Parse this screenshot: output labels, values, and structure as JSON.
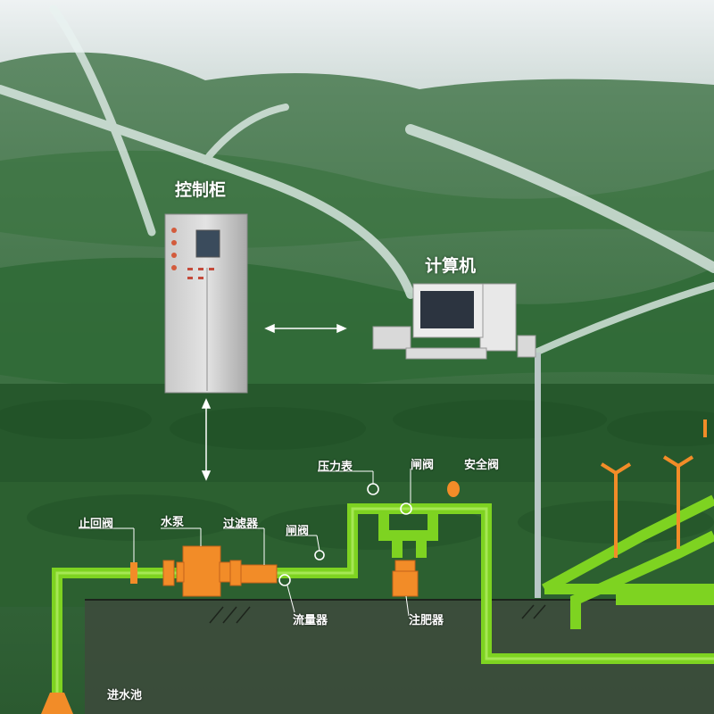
{
  "labels": {
    "control_cabinet": "控制柜",
    "computer": "计算机",
    "pressure_gauge": "压力表",
    "gate_valve_top": "闸阀",
    "safety_valve": "安全阀",
    "check_valve": "止回阀",
    "water_pump": "水泵",
    "filter": "过滤器",
    "gate_valve_mid": "闸阀",
    "flow_meter": "流量器",
    "fertilizer_injector": "注肥器",
    "inlet_pool": "进水池"
  },
  "colors": {
    "pipe": "#7ed321",
    "equipment": "#f28c28",
    "sky": "#e8eef0",
    "foliage": "#2f6b35"
  }
}
